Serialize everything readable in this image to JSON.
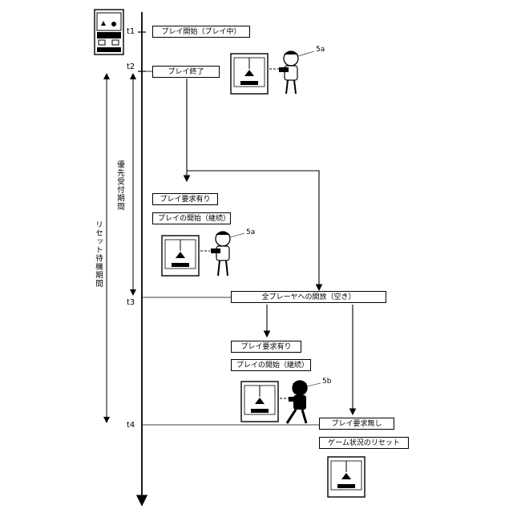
{
  "timeline": {
    "t1": "t1",
    "t2": "t2",
    "t3": "t3",
    "t4": "t4"
  },
  "periods": {
    "priority": "優先受付期間",
    "reset_wait": "リセット待機期間"
  },
  "boxes": {
    "play_start": "プレイ開始（プレイ中）",
    "play_end": "プレイ終了",
    "request_yes_1": "プレイ要求有り",
    "play_start_continue_1": "プレイの開始（継続）",
    "open_to_all": "全プレーヤへの開放（空き）",
    "request_yes_2": "プレイ要求有り",
    "play_start_continue_2": "プレイの開始（継続）",
    "request_none": "プレイ要求無し",
    "game_reset": "ゲーム状況のリセット"
  },
  "players": {
    "p1": "5a",
    "p2": "5a",
    "p3": "5b"
  }
}
